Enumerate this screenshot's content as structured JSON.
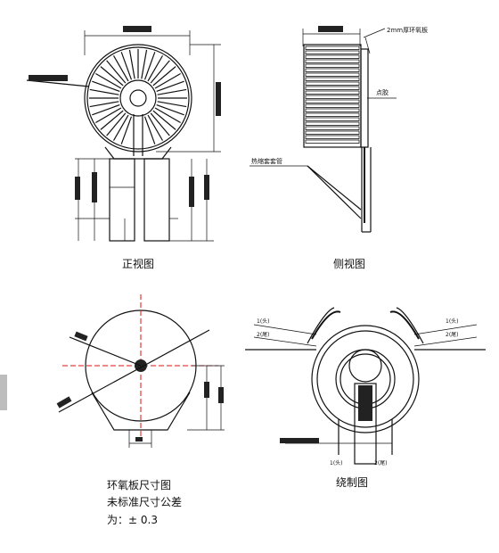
{
  "views": {
    "front": {
      "caption": "正视图"
    },
    "side": {
      "caption": "侧视图"
    },
    "epoxy": {
      "caption_lines": [
        "环氧板尺寸图",
        "未标准尺寸公差",
        "为：± 0.3"
      ]
    },
    "winding": {
      "caption": "绕制图"
    }
  },
  "annotations": {
    "epoxy_board": "2mm厚环氧板",
    "glue": "点胶",
    "sleeve": "热缩套套管",
    "start1": "1(头)",
    "end1": "2(尾)",
    "start2": "1(头)",
    "end2": "2(尾)",
    "pin1": "1(头)",
    "pin2": "2(尾)"
  },
  "colors": {
    "line": "#111111",
    "centerline": "#e01010",
    "background": "#ffffff"
  }
}
